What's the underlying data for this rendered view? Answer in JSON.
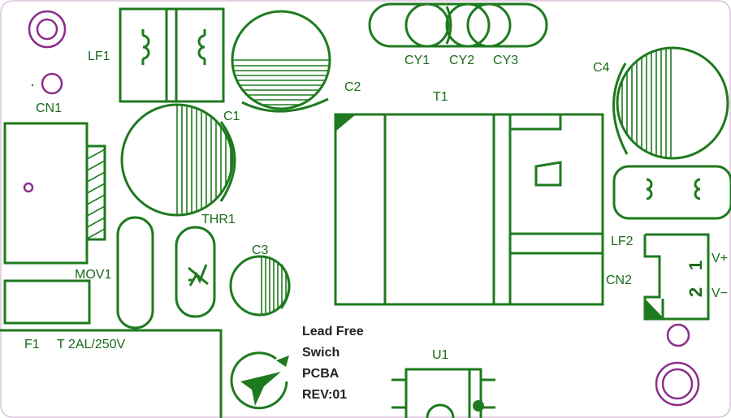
{
  "labels": {
    "lf1": "LF1",
    "cn1": "CN1",
    "c1": "C1",
    "c2": "C2",
    "c3": "C3",
    "c4": "C4",
    "cy1": "CY1",
    "cy2": "CY2",
    "cy3": "CY3",
    "t1": "T1",
    "thr1": "THR1",
    "mov1": "MOV1",
    "lf2": "LF2",
    "cn2": "CN2",
    "f1": "F1",
    "fuse_rating": "T 2AL/250V",
    "u1": "U1",
    "vplus": "V+",
    "vminus": "V−",
    "pin1": "1",
    "pin2": "2"
  },
  "info": {
    "line1": "Lead Free",
    "line2": "Swich",
    "line3": "PCBA",
    "line4": "REV:01"
  },
  "colors": {
    "silkscreen": "#1e7a1e",
    "pad": "#8a2f8a",
    "board": "#ffffff"
  }
}
